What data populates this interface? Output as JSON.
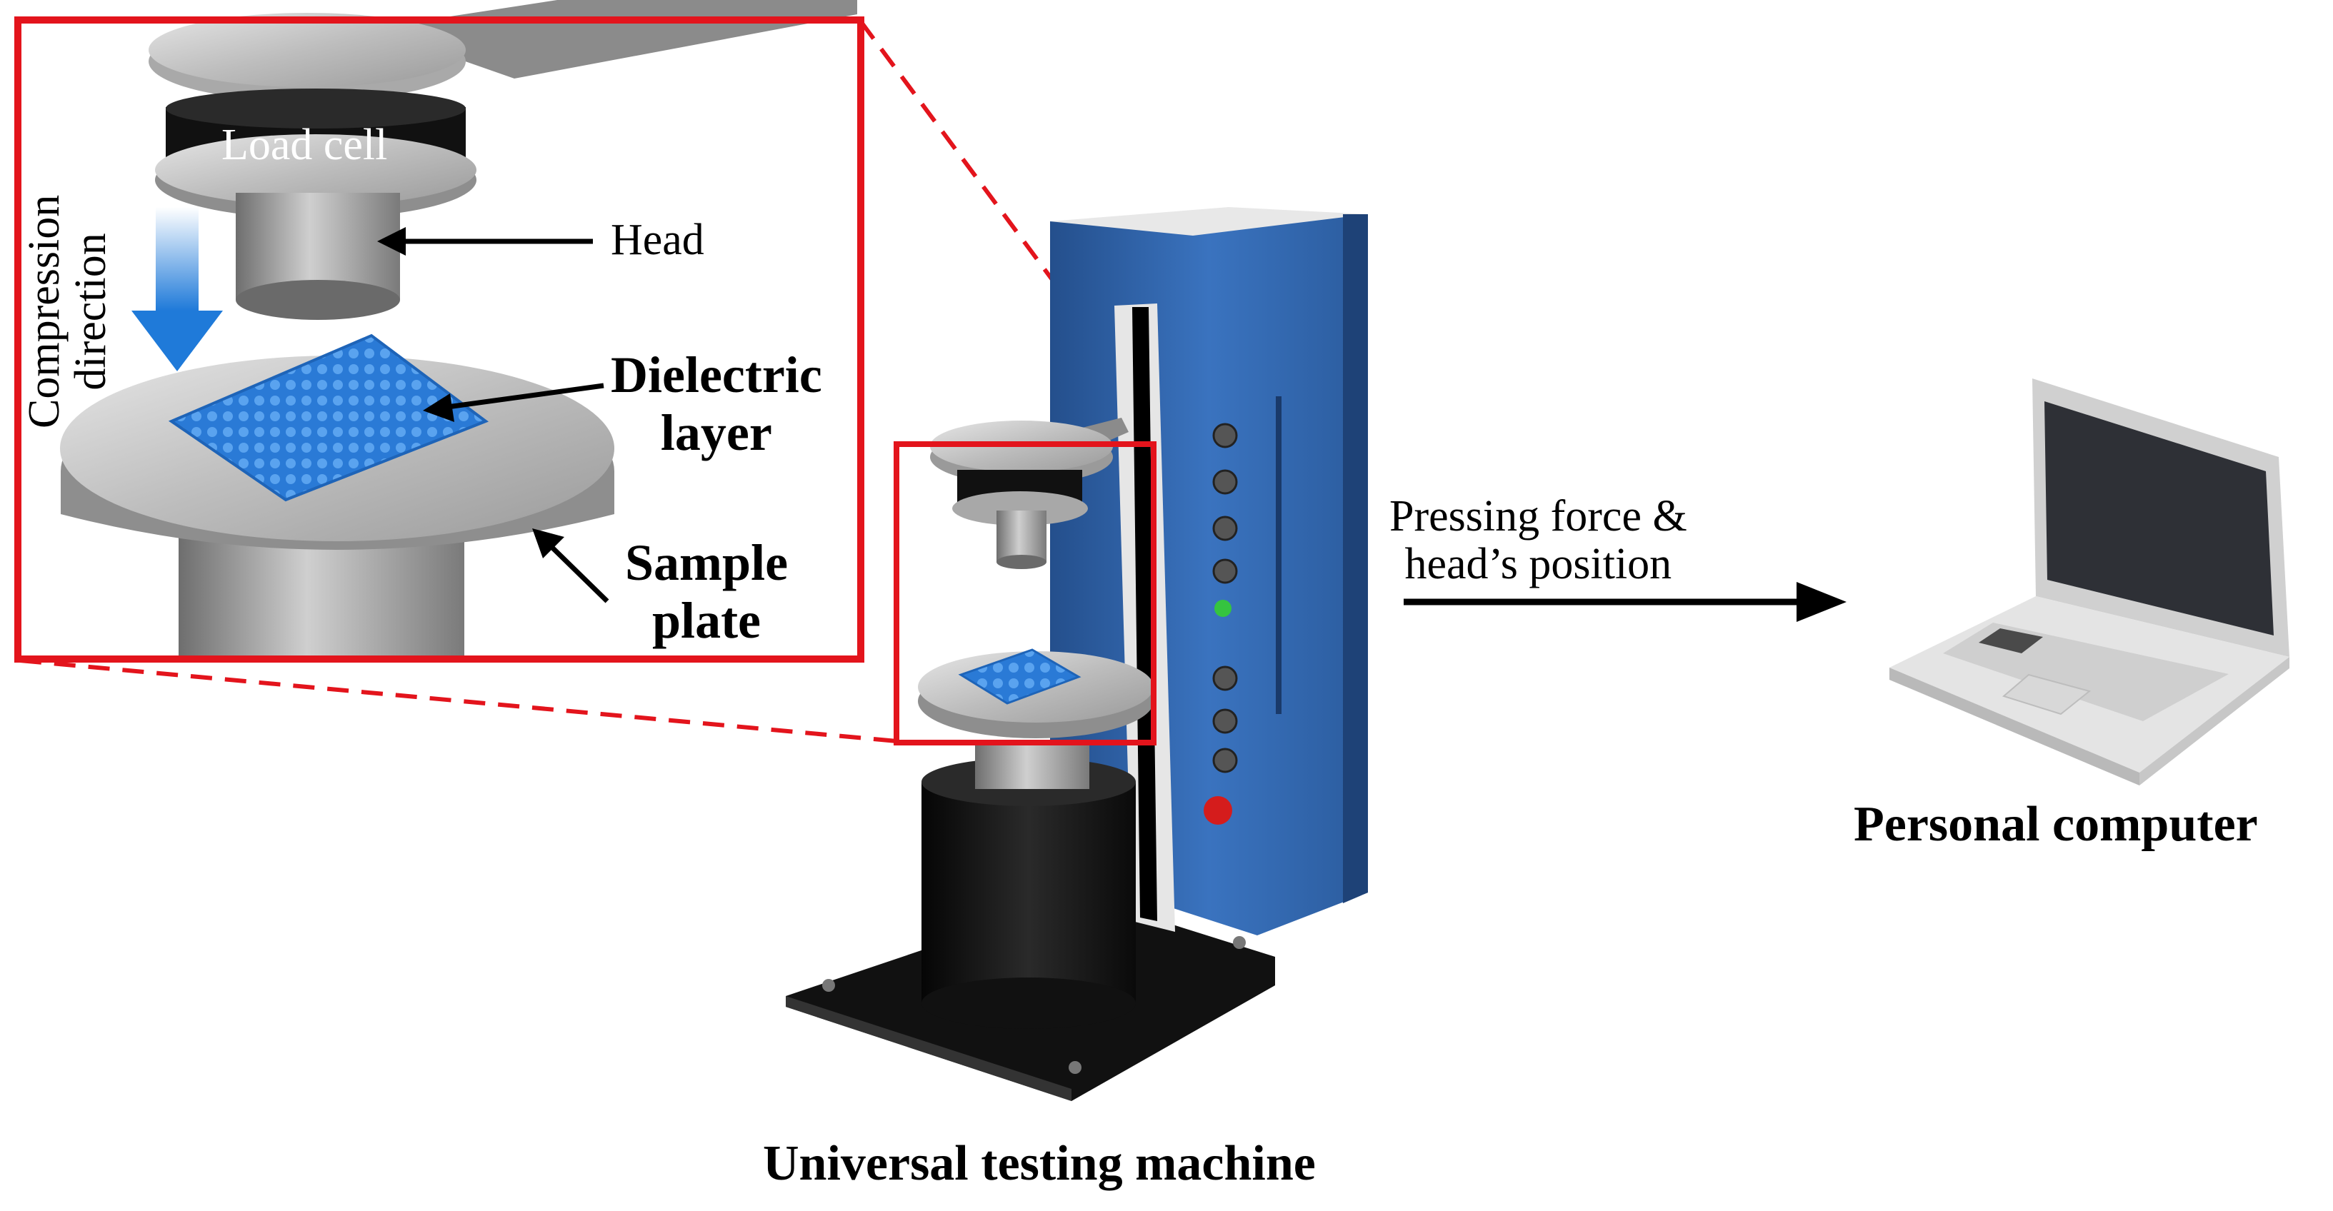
{
  "labels": {
    "load_cell": "Load cell",
    "head": "Head",
    "compression_direction": [
      "Compression",
      "direction"
    ],
    "dielectric_layer": [
      "Dielectric",
      "layer"
    ],
    "sample_plate": [
      "Sample",
      "plate"
    ],
    "arrow_text": [
      "Pressing force &",
      "head’s position"
    ],
    "personal_computer": "Personal computer",
    "utm": "Universal testing machine"
  },
  "colors": {
    "highlight_box": "#e3141c",
    "machine_blue": "#2f62a6",
    "dielectric_blue": "#2a7ad6",
    "arrow": "#000000"
  }
}
